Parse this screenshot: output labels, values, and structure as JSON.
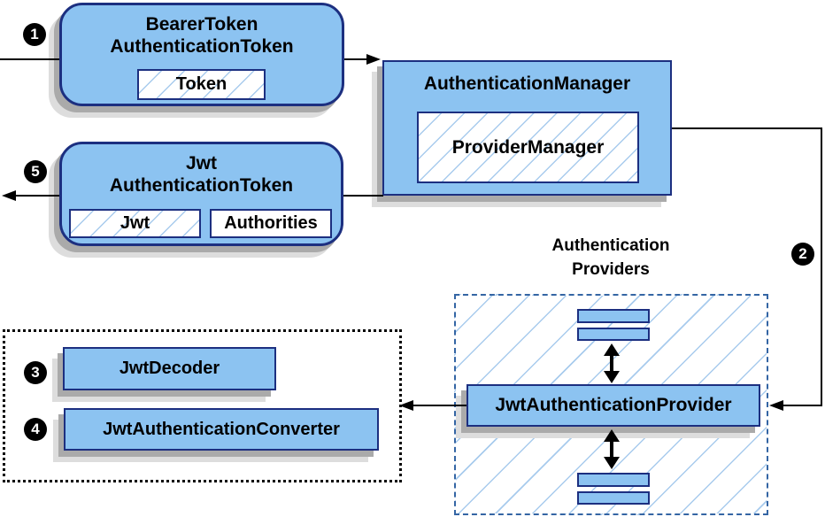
{
  "nodes": {
    "bearer_token": {
      "line1": "BearerToken",
      "line2": "AuthenticationToken",
      "field": "Token"
    },
    "authentication_manager": {
      "title": "AuthenticationManager",
      "inner": "ProviderManager"
    },
    "jwt_authentication_token": {
      "line1": "Jwt",
      "line2": "AuthenticationToken",
      "field_jwt": "Jwt",
      "field_authorities": "Authorities"
    },
    "authentication_providers": {
      "line1": "Authentication",
      "line2": "Providers"
    },
    "jwt_authentication_provider": {
      "label": "JwtAuthenticationProvider"
    },
    "jwt_decoder": {
      "label": "JwtDecoder"
    },
    "jwt_authentication_converter": {
      "label": "JwtAuthenticationConverter"
    }
  },
  "badges": {
    "step1": "1",
    "step2": "2",
    "step3": "3",
    "step4": "4",
    "step5": "5"
  },
  "colors": {
    "node_fill": "#8cc3f1",
    "node_border": "#1c2f80",
    "hatch_line": "#a8cbed",
    "providers_dashed_border": "#3465a4",
    "dotted_border": "#000000",
    "shadow_dark": "#aaaaaa",
    "shadow_light": "#dddddd",
    "arrow": "#000000",
    "badge_bg": "#000000",
    "badge_text": "#ffffff"
  }
}
